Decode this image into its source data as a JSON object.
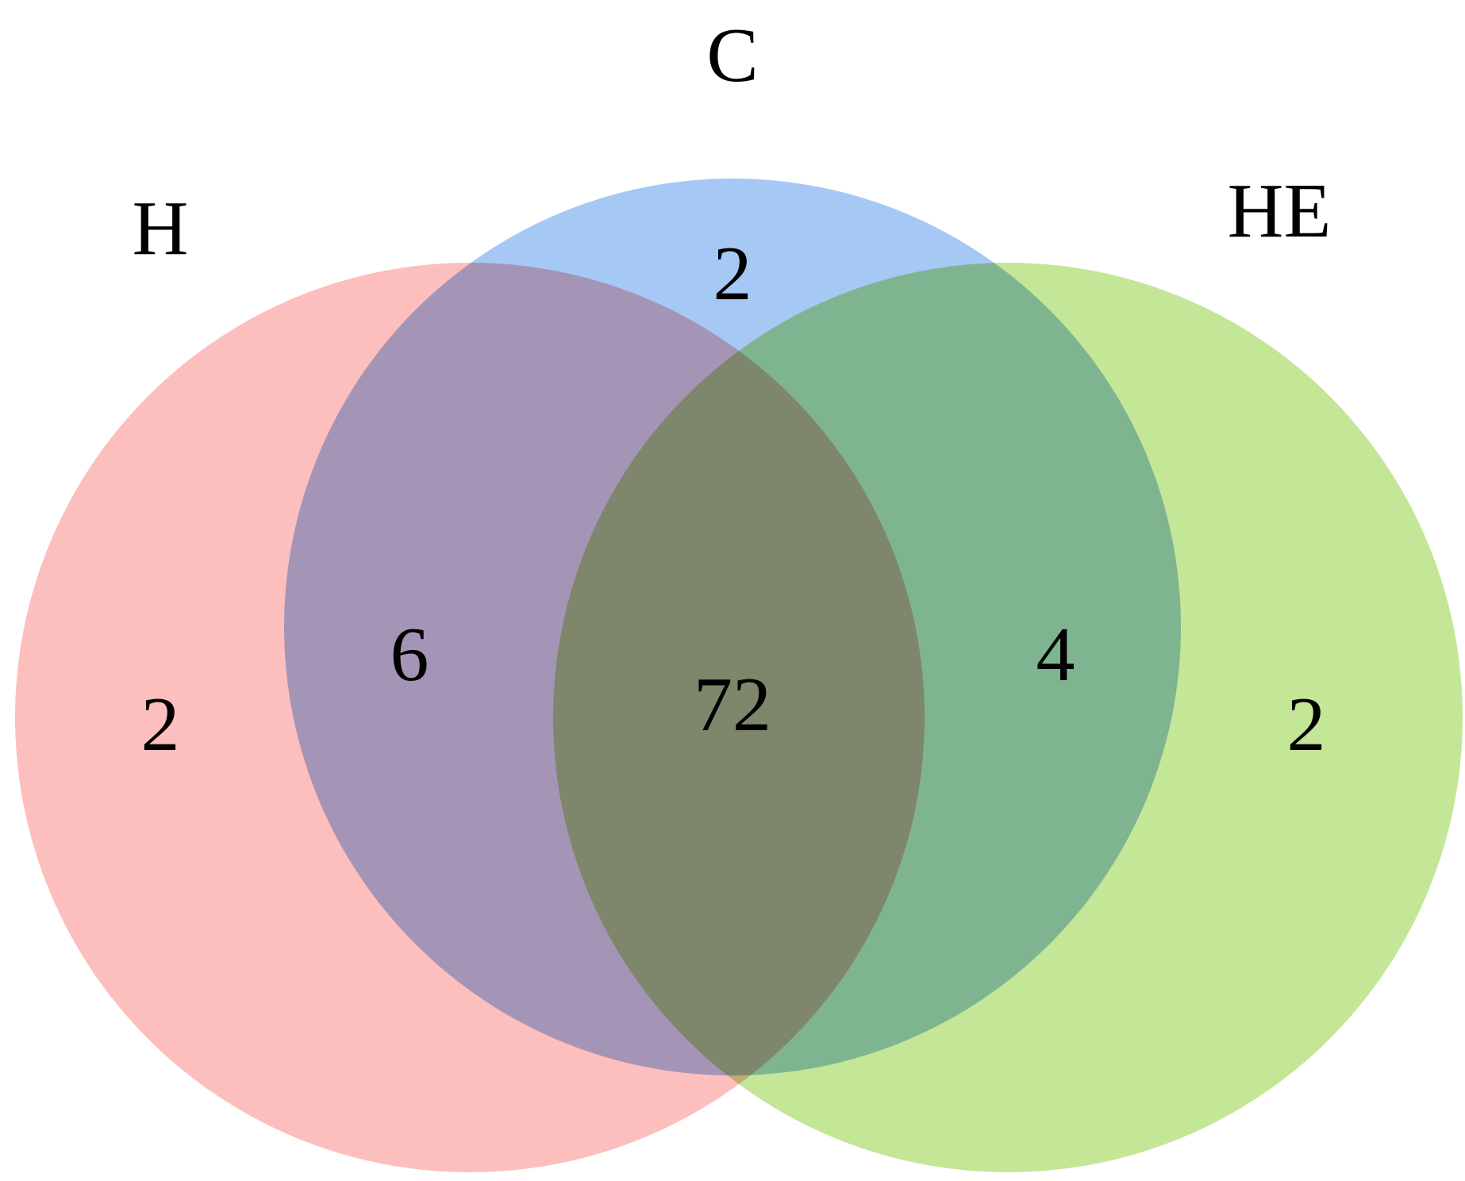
{
  "diagram": {
    "type": "venn",
    "sets": [
      {
        "id": "h",
        "label": "H",
        "color": "#fdbebe"
      },
      {
        "id": "c",
        "label": "C",
        "color": "#a5c8f4"
      },
      {
        "id": "he",
        "label": "HE",
        "color": "#c4e697"
      }
    ],
    "regions": {
      "h_only": "2",
      "c_only": "2",
      "he_only": "2",
      "h_c": "6",
      "c_he": "4",
      "h_c_he": "72"
    }
  }
}
